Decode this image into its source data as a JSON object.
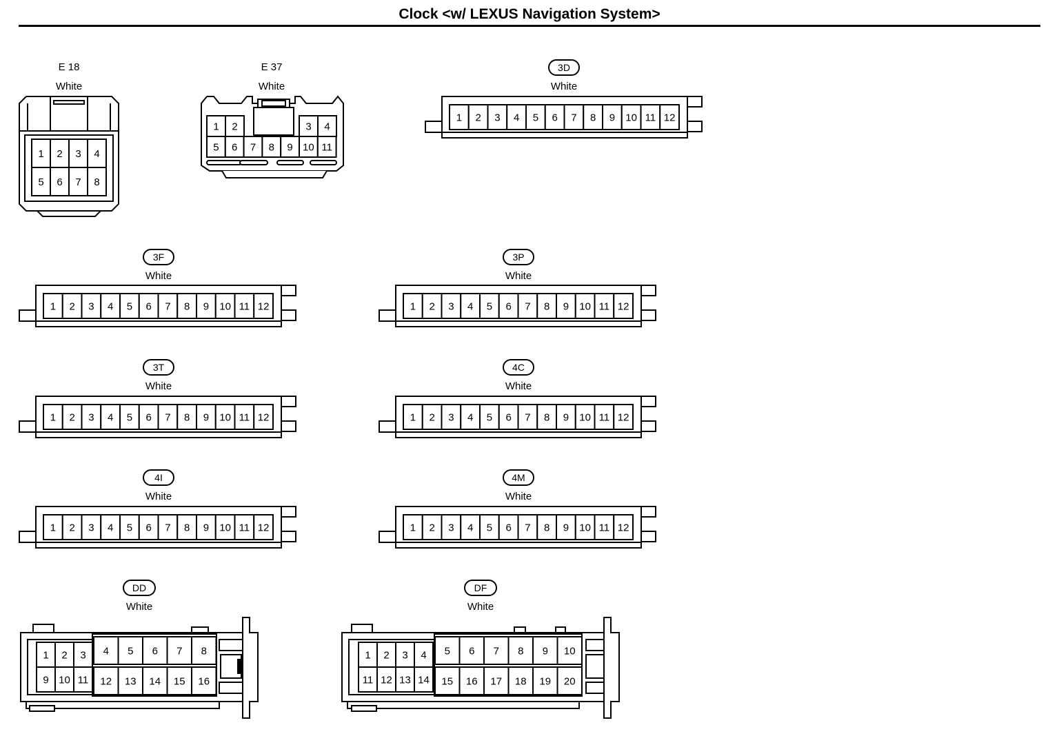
{
  "page": {
    "title": "Clock <w/ LEXUS Navigation System>"
  },
  "connectors": {
    "e18": {
      "code": "E 18",
      "color": "White",
      "pins": [
        "1",
        "2",
        "3",
        "4",
        "5",
        "6",
        "7",
        "8"
      ]
    },
    "e37": {
      "code": "E 37",
      "color": "White",
      "pins": [
        "1",
        "2",
        "3",
        "4",
        "5",
        "6",
        "7",
        "8",
        "9",
        "10",
        "11"
      ]
    },
    "c3d": {
      "code": "3D",
      "color": "White",
      "pins": [
        "1",
        "2",
        "3",
        "4",
        "5",
        "6",
        "7",
        "8",
        "9",
        "10",
        "11",
        "12"
      ]
    },
    "c3f": {
      "code": "3F",
      "color": "White",
      "pins": [
        "1",
        "2",
        "3",
        "4",
        "5",
        "6",
        "7",
        "8",
        "9",
        "10",
        "11",
        "12"
      ]
    },
    "c3p": {
      "code": "3P",
      "color": "White",
      "pins": [
        "1",
        "2",
        "3",
        "4",
        "5",
        "6",
        "7",
        "8",
        "9",
        "10",
        "11",
        "12"
      ]
    },
    "c3t": {
      "code": "3T",
      "color": "White",
      "pins": [
        "1",
        "2",
        "3",
        "4",
        "5",
        "6",
        "7",
        "8",
        "9",
        "10",
        "11",
        "12"
      ]
    },
    "c4c": {
      "code": "4C",
      "color": "White",
      "pins": [
        "1",
        "2",
        "3",
        "4",
        "5",
        "6",
        "7",
        "8",
        "9",
        "10",
        "11",
        "12"
      ]
    },
    "c4i": {
      "code": "4I",
      "color": "White",
      "pins": [
        "1",
        "2",
        "3",
        "4",
        "5",
        "6",
        "7",
        "8",
        "9",
        "10",
        "11",
        "12"
      ]
    },
    "c4m": {
      "code": "4M",
      "color": "White",
      "pins": [
        "1",
        "2",
        "3",
        "4",
        "5",
        "6",
        "7",
        "8",
        "9",
        "10",
        "11",
        "12"
      ]
    },
    "dd": {
      "code": "DD",
      "color": "White",
      "pins": [
        "1",
        "2",
        "3",
        "4",
        "5",
        "6",
        "7",
        "8",
        "9",
        "10",
        "11",
        "12",
        "13",
        "14",
        "15",
        "16"
      ]
    },
    "df": {
      "code": "DF",
      "color": "White",
      "pins": [
        "1",
        "2",
        "3",
        "4",
        "5",
        "6",
        "7",
        "8",
        "9",
        "10",
        "11",
        "12",
        "13",
        "14",
        "15",
        "16",
        "17",
        "18",
        "19",
        "20"
      ]
    }
  }
}
